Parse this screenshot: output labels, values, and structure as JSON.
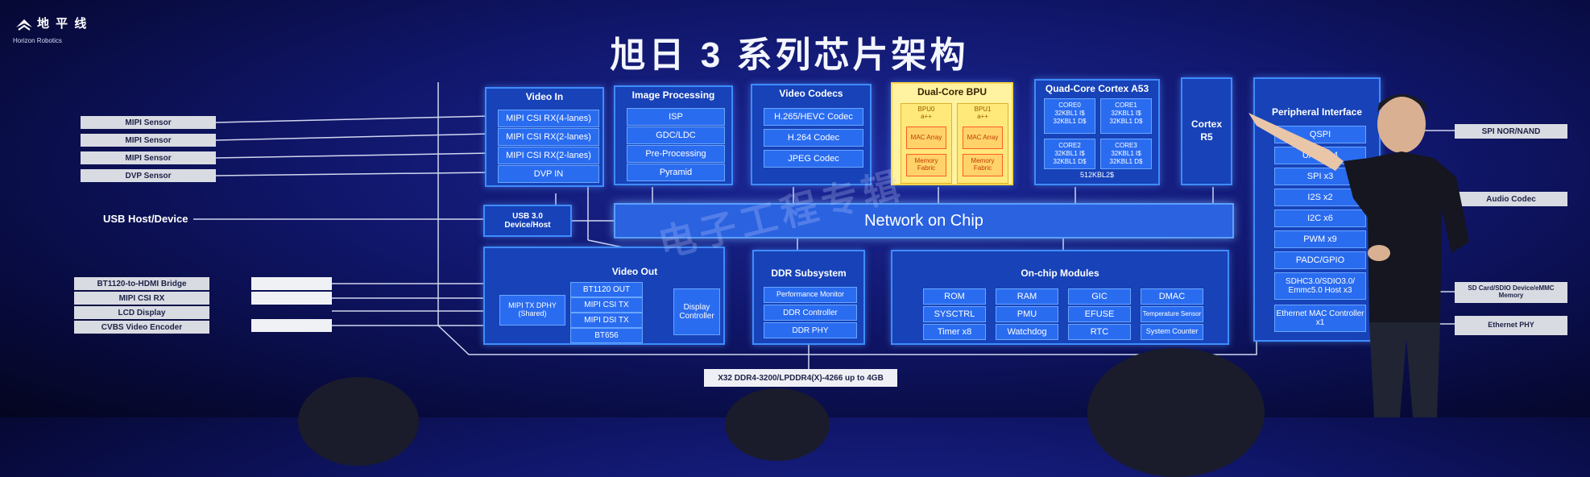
{
  "logo": {
    "cn": "地 平 线",
    "en": "Horizon Robotics",
    "icon": "horizon-logo-icon"
  },
  "title": "旭日 3 系列芯片架构",
  "watermark": "电子工程专辑",
  "inputs": [
    "MIPI Sensor",
    "MIPI Sensor",
    "MIPI Sensor",
    "DVP Sensor"
  ],
  "usb_host": "USB Host/Device",
  "outputs": [
    "BT1120-to-HDMI Bridge",
    "MIPI CSI RX",
    "LCD Display",
    "CVBS Video Encoder"
  ],
  "video_in": {
    "title": "Video In",
    "items": [
      "MIPI CSI RX(4-lanes)",
      "MIPI CSI RX(2-lanes)",
      "MIPI CSI RX(2-lanes)",
      "DVP IN"
    ]
  },
  "image_processing": {
    "title": "Image Processing",
    "items": [
      "ISP",
      "GDC/LDC",
      "Pre-Processing",
      "Pyramid"
    ]
  },
  "video_codecs": {
    "title": "Video Codecs",
    "items": [
      "H.265/HEVC Codec",
      "H.264 Codec",
      "JPEG Codec"
    ]
  },
  "bpu": {
    "title": "Dual-Core BPU",
    "cores": [
      {
        "name": "BPU0",
        "sub": "a++",
        "mac": "MAC Array",
        "mem": "Memory Fabric"
      },
      {
        "name": "BPU1",
        "sub": "a++",
        "mac": "MAC Array",
        "mem": "Memory Fabric"
      }
    ]
  },
  "cortex_a53": {
    "title": "Quad-Core Cortex A53",
    "cores": [
      {
        "name": "CORE0",
        "l1i": "32KBL1 I$",
        "l1d": "32KBL1 D$"
      },
      {
        "name": "CORE1",
        "l1i": "32KBL1 I$",
        "l1d": "32KBL1 D$"
      },
      {
        "name": "CORE2",
        "l1i": "32KBL1 I$",
        "l1d": "32KBL1 D$"
      },
      {
        "name": "CORE3",
        "l1i": "32KBL1 I$",
        "l1d": "32KBL1 D$"
      }
    ],
    "l2": "512KBL2$"
  },
  "cortex_r5": {
    "line1": "Cortex",
    "line2": "R5"
  },
  "peripheral": {
    "title": "Peripheral Interface",
    "items": [
      "QSPI",
      "UART x4",
      "SPI x3",
      "I2S x2",
      "I2C x6",
      "PWM x9",
      "PADC/GPIO",
      "SDHC3.0/SDIO3.0/ Emmc5.0 Host x3",
      "Ethernet MAC Controller x1"
    ]
  },
  "right_ext": [
    "SPI NOR/NAND",
    "Audio Codec",
    "SD Card/SDIO Device/eMMC Memory",
    "Ethernet PHY"
  ],
  "noc": "Network on Chip",
  "usb3": {
    "line1": "USB 3.0",
    "line2": "Device/Host"
  },
  "video_out": {
    "title": "Video Out",
    "dphy": "MIPI TX DPHY (Shared)",
    "items": [
      "BT1120 OUT",
      "MIPI CSI TX",
      "MIPI DSI TX",
      "BT656"
    ],
    "display": "Display Controller"
  },
  "ddr_subsystem": {
    "title": "DDR Subsystem",
    "items": [
      "Performance Monitor",
      "DDR Controller",
      "DDR PHY"
    ]
  },
  "onchip": {
    "title": "On-chip Modules",
    "items": [
      "ROM",
      "RAM",
      "GIC",
      "DMAC",
      "SYSCTRL",
      "PMU",
      "EFUSE",
      "Temperature Sensor",
      "Timer x8",
      "Watchdog",
      "RTC",
      "System Counter"
    ]
  },
  "ddr_bar": "X32  DDR4-3200/LPDDR4(X)-4266 up to 4GB",
  "colors": {
    "block": "#1742b8",
    "cell": "#2a6cf0",
    "border": "#3f8cff",
    "bpu": "#fff2a0",
    "wire": "#e6ecff"
  }
}
